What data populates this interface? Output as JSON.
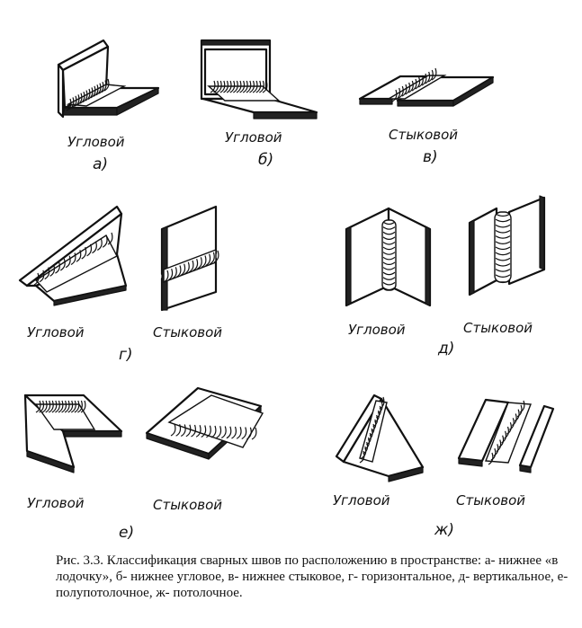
{
  "labels": {
    "a_type": "Угловой",
    "a_letter": "а)",
    "b_type": "Угловой",
    "b_letter": "б)",
    "v_type": "Стыковой",
    "v_letter": "в)",
    "g_type1": "Угловой",
    "g_type2": "Стыковой",
    "g_letter": "г)",
    "d_type1": "Угловой",
    "d_type2": "Стыковой",
    "d_letter": "д)",
    "e_type1": "Угловой",
    "e_type2": "Стыковой",
    "e_letter": "е)",
    "zh_type1": "Угловой",
    "zh_type2": "Стыковой",
    "zh_letter": "ж)"
  },
  "caption": "Рис. 3.3. Классификация сварных швов по расположению в пространстве: а- нижнее «в лодочку», б- нижнее угловое, в- нижнее стыковое, г- горизонтальное, д- вертикальное, е- полупотолочное, ж- потолочное.",
  "colors": {
    "ink": "#111111",
    "paper": "#ffffff"
  }
}
